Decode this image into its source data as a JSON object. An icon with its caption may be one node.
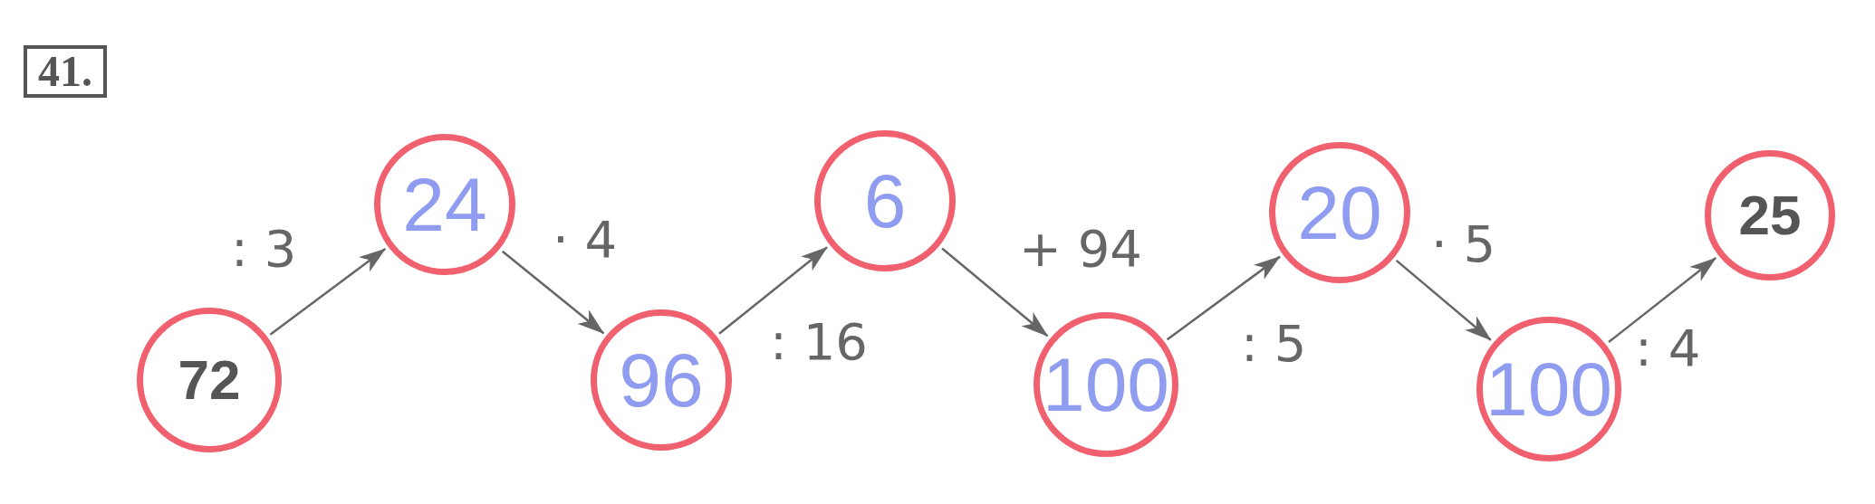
{
  "diagram": {
    "nodes": [
      {
        "text": [
          "72"
        ]
      },
      {
        "text": [
          "24"
        ]
      },
      {
        "text": [
          "96"
        ]
      },
      {
        "text": [
          "6"
        ]
      },
      {
        "text": [
          "100"
        ]
      },
      {
        "text": [
          "20"
        ]
      },
      {
        "text": [
          "100"
        ]
      },
      {
        "text": [
          "25"
        ]
      }
    ],
    "edges": [
      {
        "from": 0,
        "to": 1,
        "arrow": "to",
        "label": ": 3"
      },
      {
        "from": 1,
        "to": 2,
        "arrow": "to",
        "label": "· 4"
      },
      {
        "from": 2,
        "to": 3,
        "arrow": "to",
        "label": ": 16"
      },
      {
        "from": 3,
        "to": 4,
        "arrow": "to",
        "label": "+ 94"
      },
      {
        "from": 4,
        "to": 5,
        "arrow": "to",
        "label": ": 5"
      },
      {
        "from": 5,
        "to": 6,
        "arrow": "to",
        "label": "· 5"
      },
      {
        "from": 6,
        "to": 7,
        "arrow": "to",
        "label": ": 4"
      }
    ],
    "labels": [
      "41."
    ]
  }
}
